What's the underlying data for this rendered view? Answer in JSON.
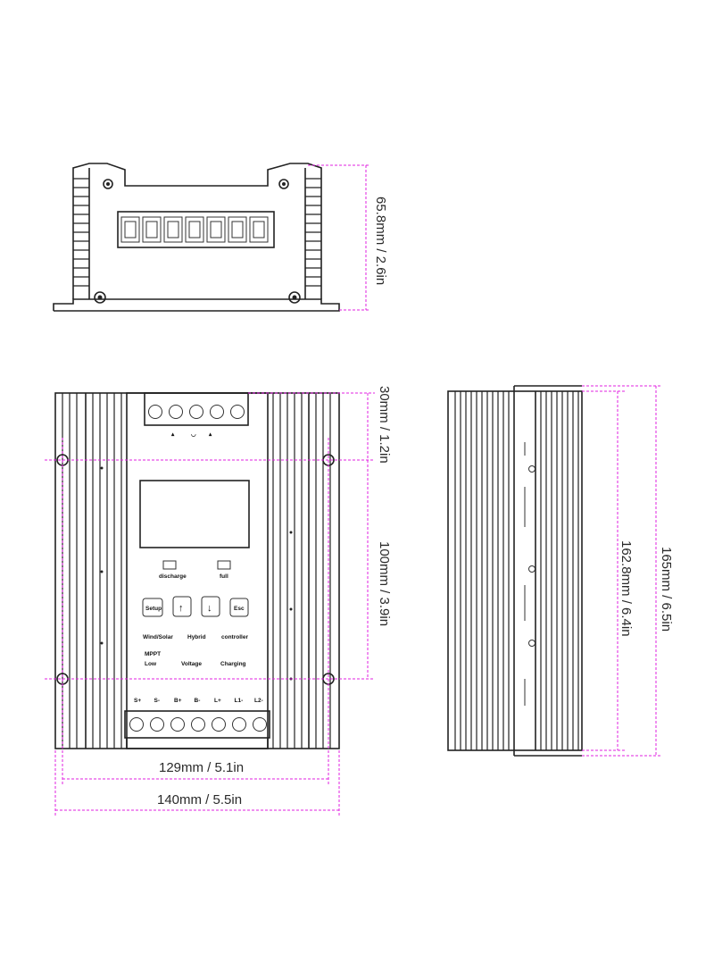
{
  "dimensions": {
    "height_top_view": "65.8mm / 2.6in",
    "terminal_offset": "30mm / 1.2in",
    "hole_spacing_vertical": "100mm / 3.9in",
    "hole_spacing_horizontal": "129mm / 5.1in",
    "overall_width": "140mm / 5.5in",
    "body_length": "162.8mm / 6.4in",
    "overall_length": "165mm / 6.5in"
  },
  "panel": {
    "indicator_left": "discharge",
    "indicator_right": "full",
    "buttons": [
      "Setup",
      "↑",
      "↓",
      "Esc"
    ],
    "label_row1": [
      "Wind/Solar",
      "Hybrid",
      "controller"
    ],
    "label_row2": [
      "MPPT",
      "Low",
      "Voltage",
      "Charging"
    ],
    "terminal_labels": [
      "S+",
      "S-",
      "B+",
      "B-",
      "L+",
      "L1-",
      "L2-"
    ]
  },
  "colors": {
    "dimension_line": "#e020e0",
    "outline": "#222222"
  }
}
